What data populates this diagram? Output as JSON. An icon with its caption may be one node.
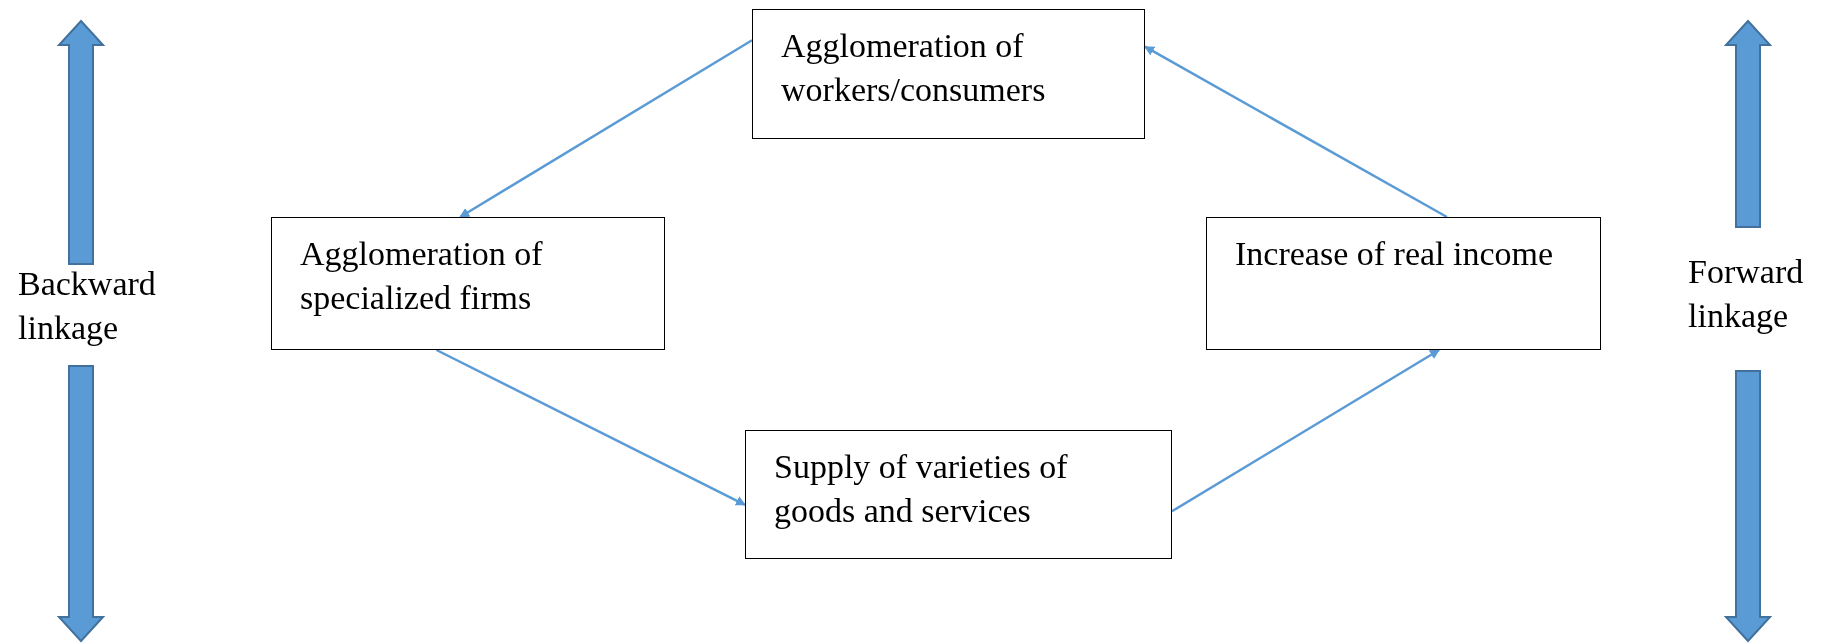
{
  "diagram": {
    "nodes": [
      {
        "text": [
          "Agglomeration of workers/consumers"
        ]
      },
      {
        "text": [
          "Agglomeration of specialized firms"
        ]
      },
      {
        "text": [
          "Increase of real income"
        ]
      },
      {
        "text": [
          "Supply of varieties of goods and services"
        ]
      }
    ],
    "edges": [
      {
        "from": 0,
        "to": 1,
        "arrow": "to"
      },
      {
        "from": 1,
        "to": 3,
        "arrow": "to"
      },
      {
        "from": 3,
        "to": 2,
        "arrow": "to"
      },
      {
        "from": 2,
        "to": 0,
        "arrow": "to"
      }
    ],
    "labels": [
      "Backward linkage",
      "Forward linkage"
    ]
  }
}
